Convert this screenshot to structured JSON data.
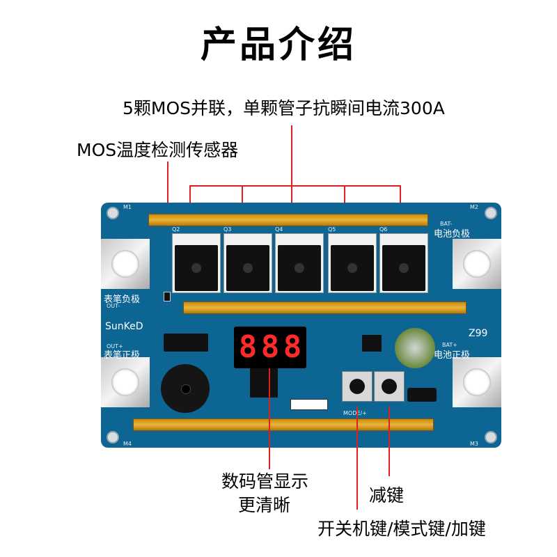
{
  "title": "产品介绍",
  "callouts": {
    "mos_parallel": "5颗MOS并联，单颗管子抗瞬间电流300A",
    "temp_sensor": "MOS温度检测传感器",
    "display": [
      "数码管显示",
      "更清晰"
    ],
    "minus_key": "减键",
    "multi_key": "开关机键/模式键/加键"
  },
  "board": {
    "brand": "SunKeD",
    "model": "Z99",
    "batt_neg_code": "BAT-",
    "batt_neg": "电池负极",
    "batt_pos_code": "BAT+",
    "batt_pos": "电池正极",
    "pen_neg": "表笔负极",
    "pen_neg_code": "OUT-",
    "pen_pos_code": "OUT+",
    "pen_pos": "表笔正极",
    "mode_label": "MODE/+",
    "mount_holes": [
      "M1",
      "M2",
      "M3",
      "M4"
    ],
    "mos_refs": [
      "Q2",
      "Q3",
      "Q4",
      "Q5",
      "Q6"
    ],
    "display_digits": [
      "8",
      "8",
      "8"
    ]
  },
  "colors": {
    "pcb": "#0d6594",
    "callout_line": "#e02020",
    "segment": "#ff2a2a",
    "bus": "#e9b437"
  }
}
